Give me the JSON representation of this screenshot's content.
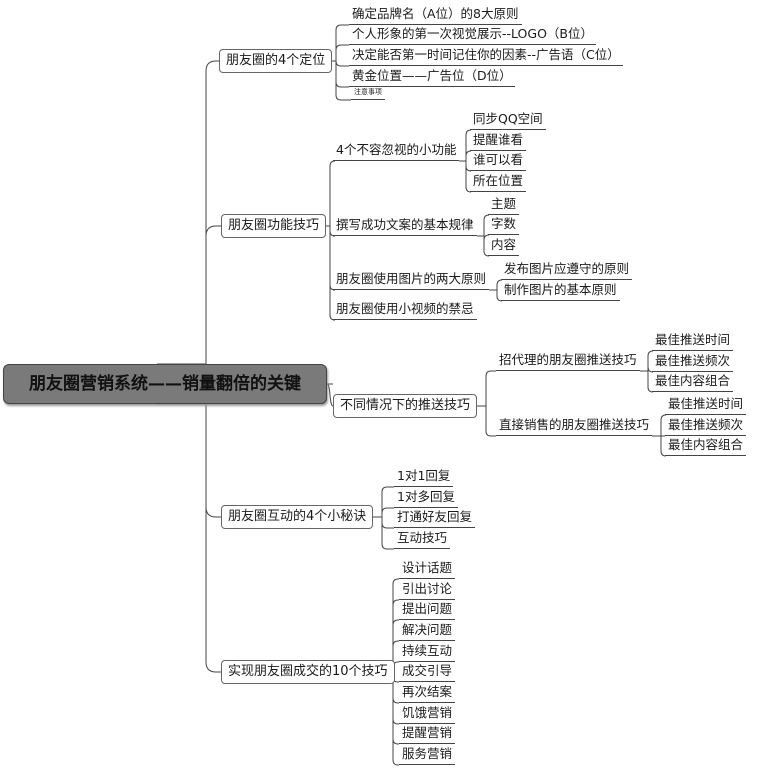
{
  "root": "朋友圈营销系统——销量翻倍的关键",
  "branches": [
    {
      "label": "朋友圈的4个定位",
      "items": [
        "确定品牌名（A位）的8大原则",
        "个人形象的第一次视觉展示--LOGO（B位）",
        "决定能否第一时间记住你的因素--广告语（C位）",
        "黄金位置——广告位（D位）",
        "注意事项"
      ]
    },
    {
      "label": "朋友圈功能技巧",
      "items": [
        {
          "label": "4个不容忽视的小功能",
          "items": [
            "同步QQ空间",
            "提醒谁看",
            "谁可以看",
            "所在位置"
          ]
        },
        {
          "label": "撰写成功文案的基本规律",
          "items": [
            "主题",
            "字数",
            "内容"
          ]
        },
        {
          "label": "朋友圈使用图片的两大原则",
          "items": [
            "发布图片应遵守的原则",
            "制作图片的基本原则"
          ]
        },
        {
          "label": "朋友圈使用小视频的禁忌",
          "items": []
        }
      ]
    },
    {
      "label": "不同情况下的推送技巧",
      "items": [
        {
          "label": "招代理的朋友圈推送技巧",
          "items": [
            "最佳推送时间",
            "最佳推送频次",
            "最佳内容组合"
          ]
        },
        {
          "label": "直接销售的朋友圈推送技巧",
          "items": [
            "最佳推送时间",
            "最佳推送频次",
            "最佳内容组合"
          ]
        }
      ]
    },
    {
      "label": "朋友圈互动的4个小秘诀",
      "items": [
        "1对1回复",
        "1对多回复",
        "打通好友回复",
        "互动技巧"
      ]
    },
    {
      "label": "实现朋友圈成交的10个技巧",
      "items": [
        "设计话题",
        "引出讨论",
        "提出问题",
        "解决问题",
        "持续互动",
        "成交引导",
        "再次结案",
        "饥饿营销",
        "提醒营销",
        "服务营销"
      ]
    }
  ]
}
